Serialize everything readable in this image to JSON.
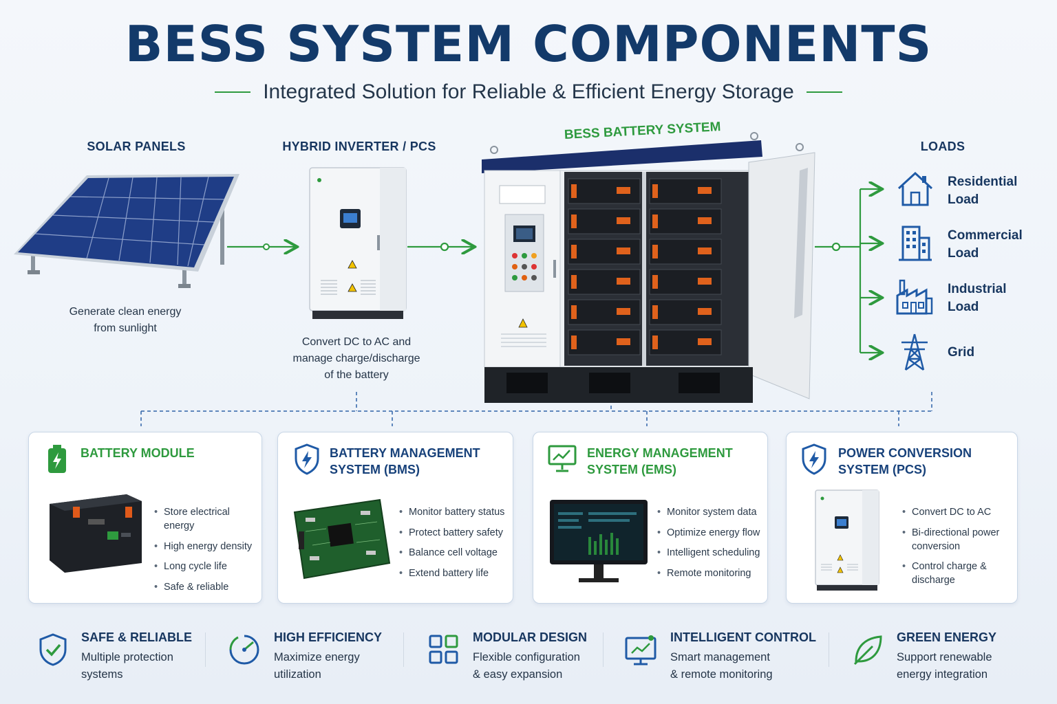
{
  "header": {
    "title": "BESS SYSTEM COMPONENTS",
    "subtitle": "Integrated Solution for Reliable & Efficient Energy Storage"
  },
  "flow": {
    "solar": {
      "label": "SOLAR PANELS",
      "description": [
        "Generate clean energy",
        "from sunlight"
      ]
    },
    "inverter": {
      "label": "HYBRID INVERTER / PCS",
      "description": [
        "Convert DC to AC and",
        "manage charge/discharge",
        "of the battery"
      ]
    },
    "bess": {
      "label": "BESS BATTERY SYSTEM"
    },
    "loads": {
      "label": "LOADS",
      "items": [
        {
          "lines": [
            "Residential",
            "Load"
          ],
          "icon": "house-icon"
        },
        {
          "lines": [
            "Commercial",
            "Load"
          ],
          "icon": "office-building-icon"
        },
        {
          "lines": [
            "Industrial",
            "Load"
          ],
          "icon": "factory-icon"
        },
        {
          "lines": [
            "Grid"
          ],
          "icon": "transmission-tower-icon"
        }
      ]
    }
  },
  "components": [
    {
      "title": [
        "BATTERY MODULE"
      ],
      "icon": "battery-icon",
      "bullets": [
        "Store electrical energy",
        "High energy density",
        "Long cycle life",
        "Safe & reliable"
      ]
    },
    {
      "title": [
        "BATTERY MANAGEMENT",
        "SYSTEM (BMS)"
      ],
      "icon": "shield-bolt-icon",
      "bullets": [
        "Monitor battery status",
        "Protect battery safety",
        "Balance cell voltage",
        "Extend battery life"
      ]
    },
    {
      "title": [
        "ENERGY MANAGEMENT",
        "SYSTEM (EMS)"
      ],
      "icon": "monitor-chart-icon",
      "bullets": [
        "Monitor system data",
        "Optimize energy flow",
        "Intelligent scheduling",
        "Remote monitoring"
      ]
    },
    {
      "title": [
        "POWER CONVERSION",
        "SYSTEM (PCS)"
      ],
      "icon": "shield-bolt-icon",
      "bullets": [
        "Convert DC to AC",
        "Bi-directional power conversion",
        "Control charge & discharge"
      ]
    }
  ],
  "features": [
    {
      "title": "SAFE & RELIABLE",
      "sub": [
        "Multiple protection",
        "systems"
      ],
      "icon": "shield-check-icon"
    },
    {
      "title": "HIGH EFFICIENCY",
      "sub": [
        "Maximize energy",
        "utilization"
      ],
      "icon": "gauge-icon"
    },
    {
      "title": "MODULAR DESIGN",
      "sub": [
        "Flexible configuration",
        "& easy expansion"
      ],
      "icon": "grid-modules-icon"
    },
    {
      "title": "INTELLIGENT CONTROL",
      "sub": [
        "Smart management",
        "& remote monitoring"
      ],
      "icon": "control-panel-icon"
    },
    {
      "title": "GREEN ENERGY",
      "sub": [
        "Support renewable",
        "energy integration"
      ],
      "icon": "leaf-icon"
    }
  ],
  "colors": {
    "navy": "#133a6a",
    "green": "#2e9a3e",
    "blue": "#1f5aa6",
    "text": "#243447"
  }
}
